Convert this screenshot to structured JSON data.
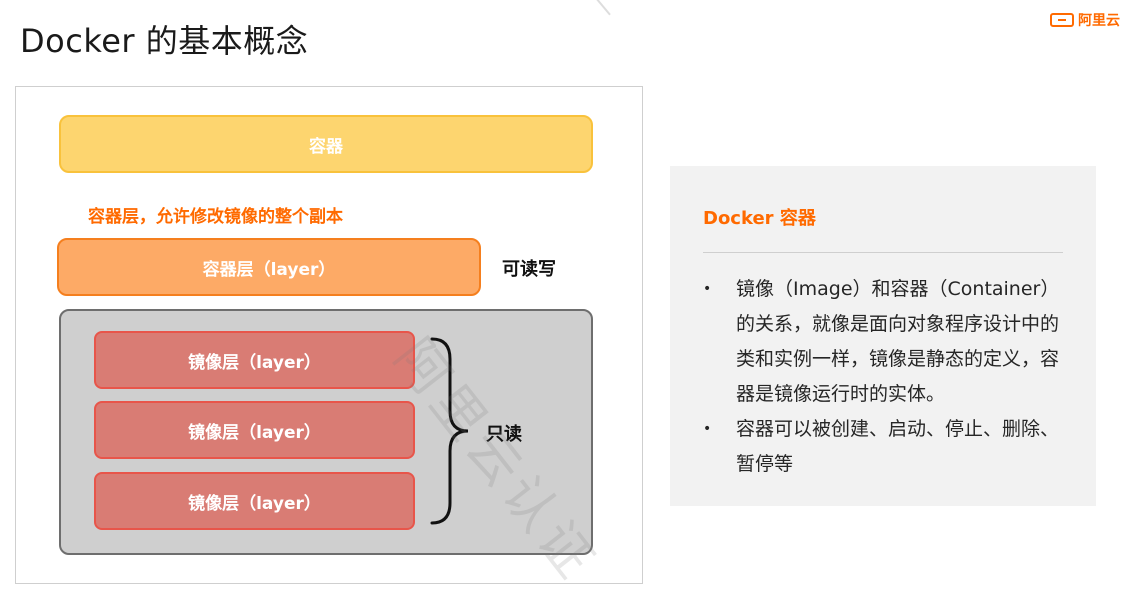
{
  "header": {
    "title": "Docker 的基本概念",
    "brand_name": "阿里云"
  },
  "diagram": {
    "container_label": "容器",
    "rw_caption": "容器层，允许修改镜像的整个副本",
    "rw_layer_label": "容器层（layer）",
    "rw_side_label": "可读写",
    "image_layers": [
      "镜像层（layer）",
      "镜像层（layer）",
      "镜像层（layer）"
    ],
    "ro_side_label": "只读",
    "colors": {
      "container": "#fdd56f",
      "rw_layer": "#fdaa66",
      "image_layer": "#d97c74",
      "accent": "#ff6a00"
    }
  },
  "panel": {
    "heading": "Docker 容器",
    "bullets": [
      "镜像（Image）和容器（Container）的关系，就像是面向对象程序设计中的类和实例一样，镜像是静态的定义，容器是镜像运行时的实体。",
      "容器可以被创建、启动、停止、删除、暂停等"
    ]
  },
  "watermark": "阿里云认证"
}
